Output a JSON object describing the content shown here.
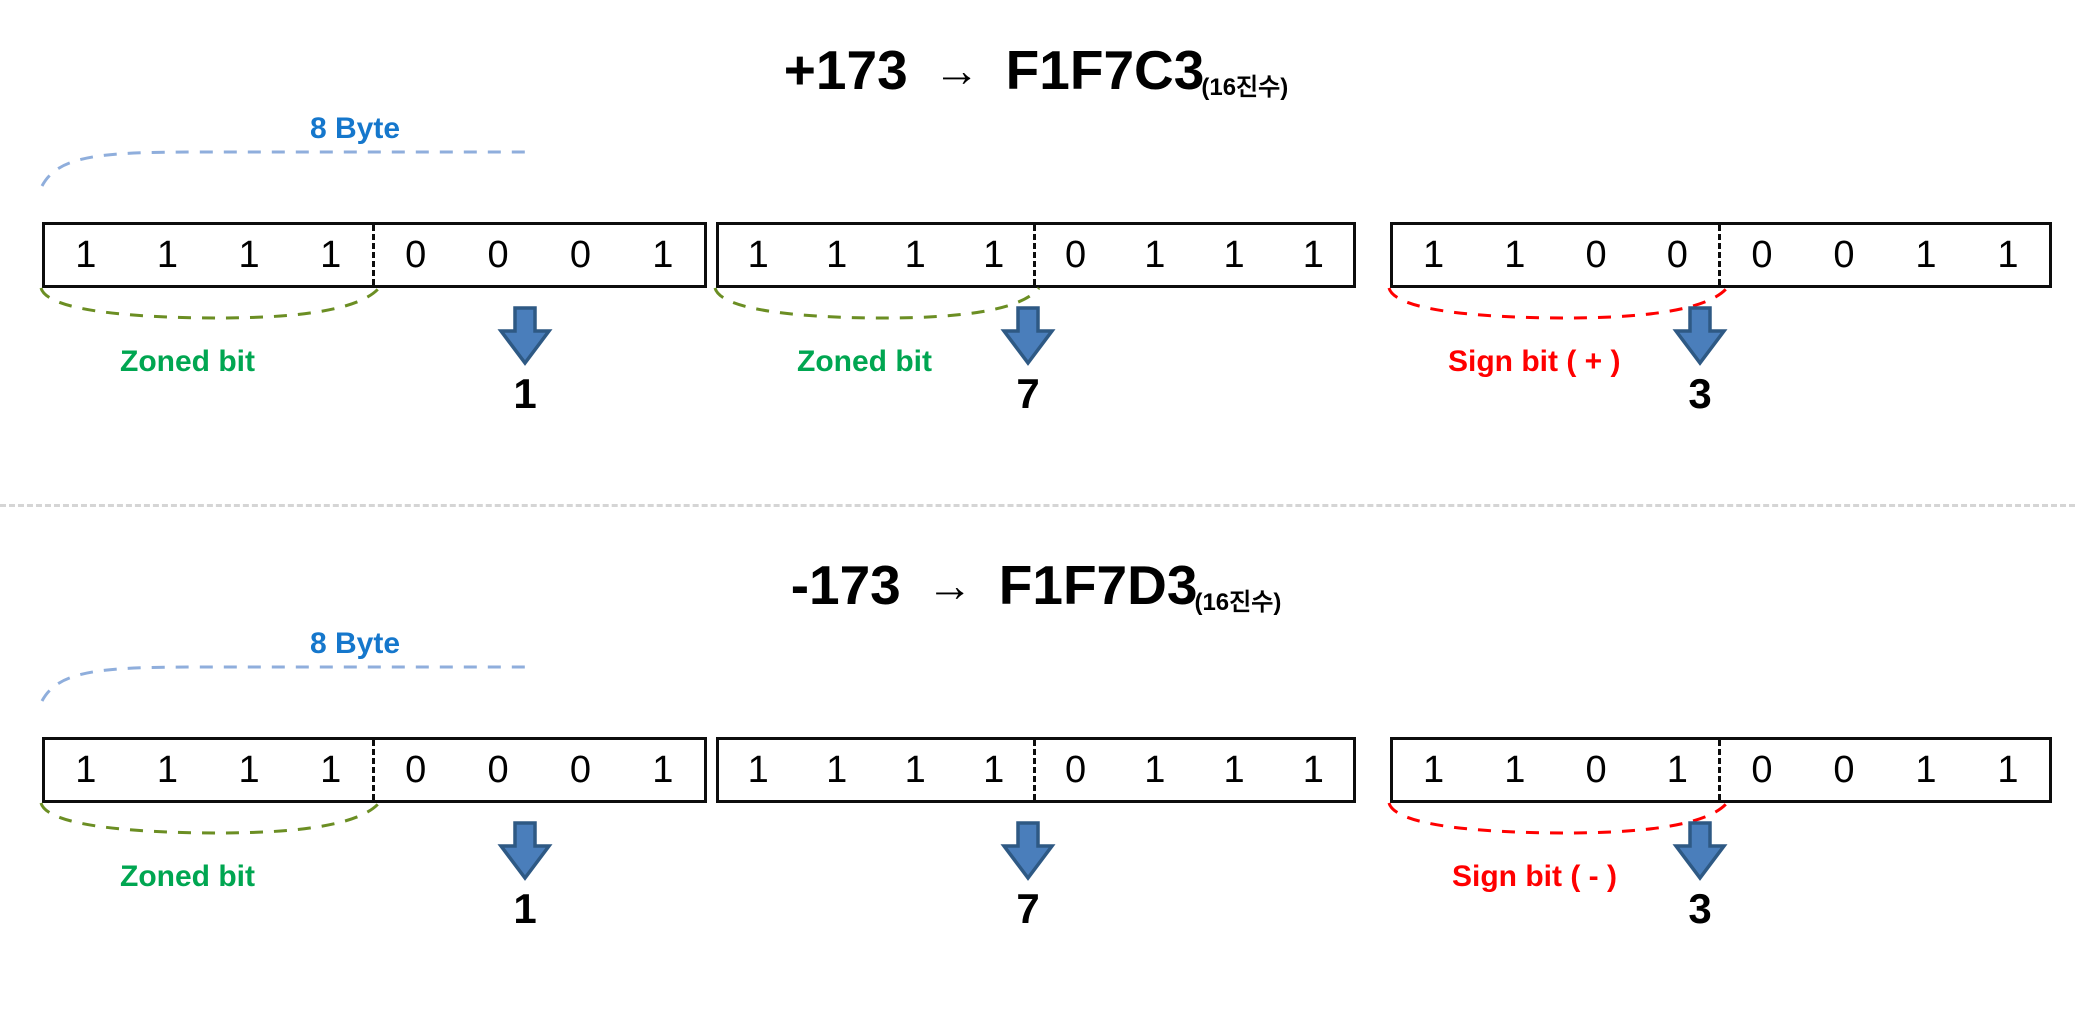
{
  "rows": [
    {
      "id": "positive",
      "title": {
        "number": "+173",
        "arrow": "→",
        "hex": "F1F7C3",
        "subscript": "(16진수)"
      },
      "span_label": "8 Byte",
      "bytes": [
        {
          "left_bits": [
            "1",
            "1",
            "1",
            "1"
          ],
          "right_bits": [
            "0",
            "0",
            "0",
            "1"
          ],
          "group_label": "Zoned bit",
          "group_label_kind": "zoned",
          "digit": "1"
        },
        {
          "left_bits": [
            "1",
            "1",
            "1",
            "1"
          ],
          "right_bits": [
            "0",
            "1",
            "1",
            "1"
          ],
          "group_label": "Zoned bit",
          "group_label_kind": "zoned",
          "digit": "7"
        },
        {
          "left_bits": [
            "1",
            "1",
            "0",
            "0"
          ],
          "right_bits": [
            "0",
            "0",
            "1",
            "1"
          ],
          "group_label": "Sign bit ( + )",
          "group_label_kind": "sign",
          "digit": "3"
        }
      ]
    },
    {
      "id": "negative",
      "title": {
        "number": "-173",
        "arrow": "→",
        "hex": "F1F7D3",
        "subscript": "(16진수)"
      },
      "span_label": "8 Byte",
      "bytes": [
        {
          "left_bits": [
            "1",
            "1",
            "1",
            "1"
          ],
          "right_bits": [
            "0",
            "0",
            "0",
            "1"
          ],
          "group_label": "Zoned bit",
          "group_label_kind": "zoned",
          "digit": "1"
        },
        {
          "left_bits": [
            "1",
            "1",
            "1",
            "1"
          ],
          "right_bits": [
            "0",
            "1",
            "1",
            "1"
          ],
          "group_label": "",
          "group_label_kind": "none",
          "digit": "7"
        },
        {
          "left_bits": [
            "1",
            "1",
            "0",
            "1"
          ],
          "right_bits": [
            "0",
            "0",
            "1",
            "1"
          ],
          "group_label": "Sign bit ( - )",
          "group_label_kind": "sign",
          "digit": "3"
        }
      ]
    }
  ],
  "colors": {
    "byte_span": "#1577CC",
    "zoned": "#00A651",
    "sign": "#FF0000",
    "arrow_fill": "#4A7EBB",
    "arrow_stroke": "#2E5984",
    "box_border": "#0D0D0D",
    "divider": "#D5D5D5",
    "zoned_arc": "#6B8E23",
    "span_arc": "#8FAEDC"
  },
  "icons": {
    "down_arrow": "down-arrow-icon",
    "right_arrow": "right-arrow-icon"
  }
}
